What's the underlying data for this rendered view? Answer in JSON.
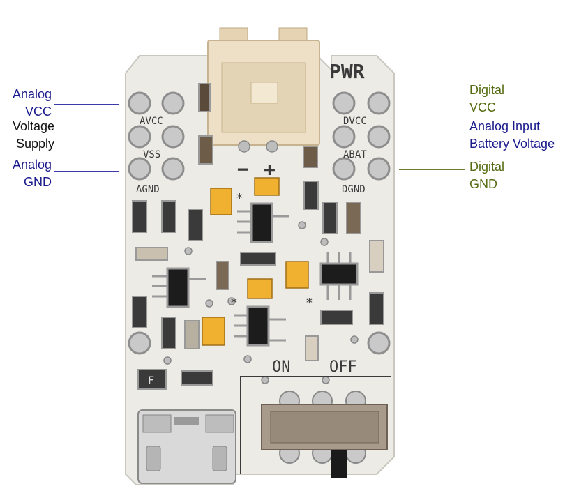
{
  "labels": {
    "analog_vcc": [
      "Analog",
      "VCC"
    ],
    "voltage_supply": [
      "Voltage",
      "Supply"
    ],
    "analog_gnd": [
      "Analog",
      "GND"
    ],
    "digital_vcc": [
      "Digital",
      "VCC"
    ],
    "analog_input_battery": [
      "Analog Input",
      "Battery Voltage"
    ],
    "digital_gnd": [
      "Digital",
      "GND"
    ]
  },
  "board_silkscreen": {
    "title": "PWR",
    "avcc": "AVCC",
    "dvcc": "DVCC",
    "vss": "VSS",
    "abat": "ABAT",
    "agnd": "AGND",
    "dgnd": "DGND",
    "on": "ON",
    "off": "OFF",
    "minus": "−",
    "plus": "+",
    "star": "*",
    "f": "F"
  },
  "colors": {
    "analog_text": "#1a1a8c",
    "analog_line": "#3a3aa8",
    "digital_text": "#556b10",
    "digital_line": "#6b7d2a",
    "supply_text": "#111111",
    "supply_line": "#333333",
    "board": "#eceae4",
    "connector": "#ecdcc0",
    "tantalum": "#f0b030",
    "ic": "#1c1c1c"
  }
}
